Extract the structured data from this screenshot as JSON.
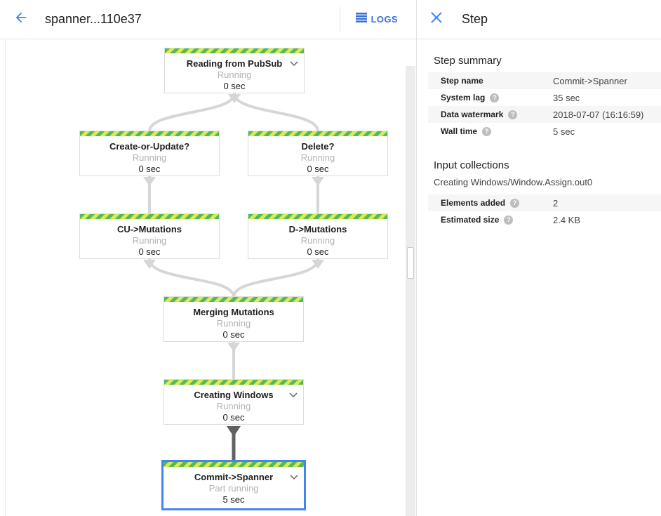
{
  "topbar": {
    "title": "spanner...110e37",
    "logs_label": "LOGS"
  },
  "panel": {
    "title": "Step",
    "step_summary": {
      "heading": "Step summary",
      "rows": [
        {
          "label": "Step name",
          "value": "Commit->Spanner"
        },
        {
          "label": "System lag",
          "value": "35 sec"
        },
        {
          "label": "Data watermark",
          "value": "2018-07-07 (16:16:59)"
        },
        {
          "label": "Wall time",
          "value": "5 sec"
        }
      ]
    },
    "input_collections": {
      "heading": "Input collections",
      "collection_name": "Creating Windows/Window.Assign.out0",
      "rows": [
        {
          "label": "Elements added",
          "value": "2"
        },
        {
          "label": "Estimated size",
          "value": "2.4 KB"
        }
      ]
    },
    "help_glyph": "?"
  },
  "graph": {
    "nodes": [
      {
        "title": "Reading from PubSub",
        "status": "Running",
        "time": "0 sec"
      },
      {
        "title": "Create-or-Update?",
        "status": "Running",
        "time": "0 sec"
      },
      {
        "title": "Delete?",
        "status": "Running",
        "time": "0 sec"
      },
      {
        "title": "CU->Mutations",
        "status": "Running",
        "time": "0 sec"
      },
      {
        "title": "D->Mutations",
        "status": "Running",
        "time": "0 sec"
      },
      {
        "title": "Merging Mutations",
        "status": "Running",
        "time": "0 sec"
      },
      {
        "title": "Creating Windows",
        "status": "Running",
        "time": "0 sec"
      },
      {
        "title": "Commit->Spanner",
        "status": "Part running",
        "time": "5 sec"
      }
    ]
  },
  "colors": {
    "accent_blue": "#4285f4",
    "running_green": "#53b95c",
    "running_lime": "#d9eb50"
  }
}
